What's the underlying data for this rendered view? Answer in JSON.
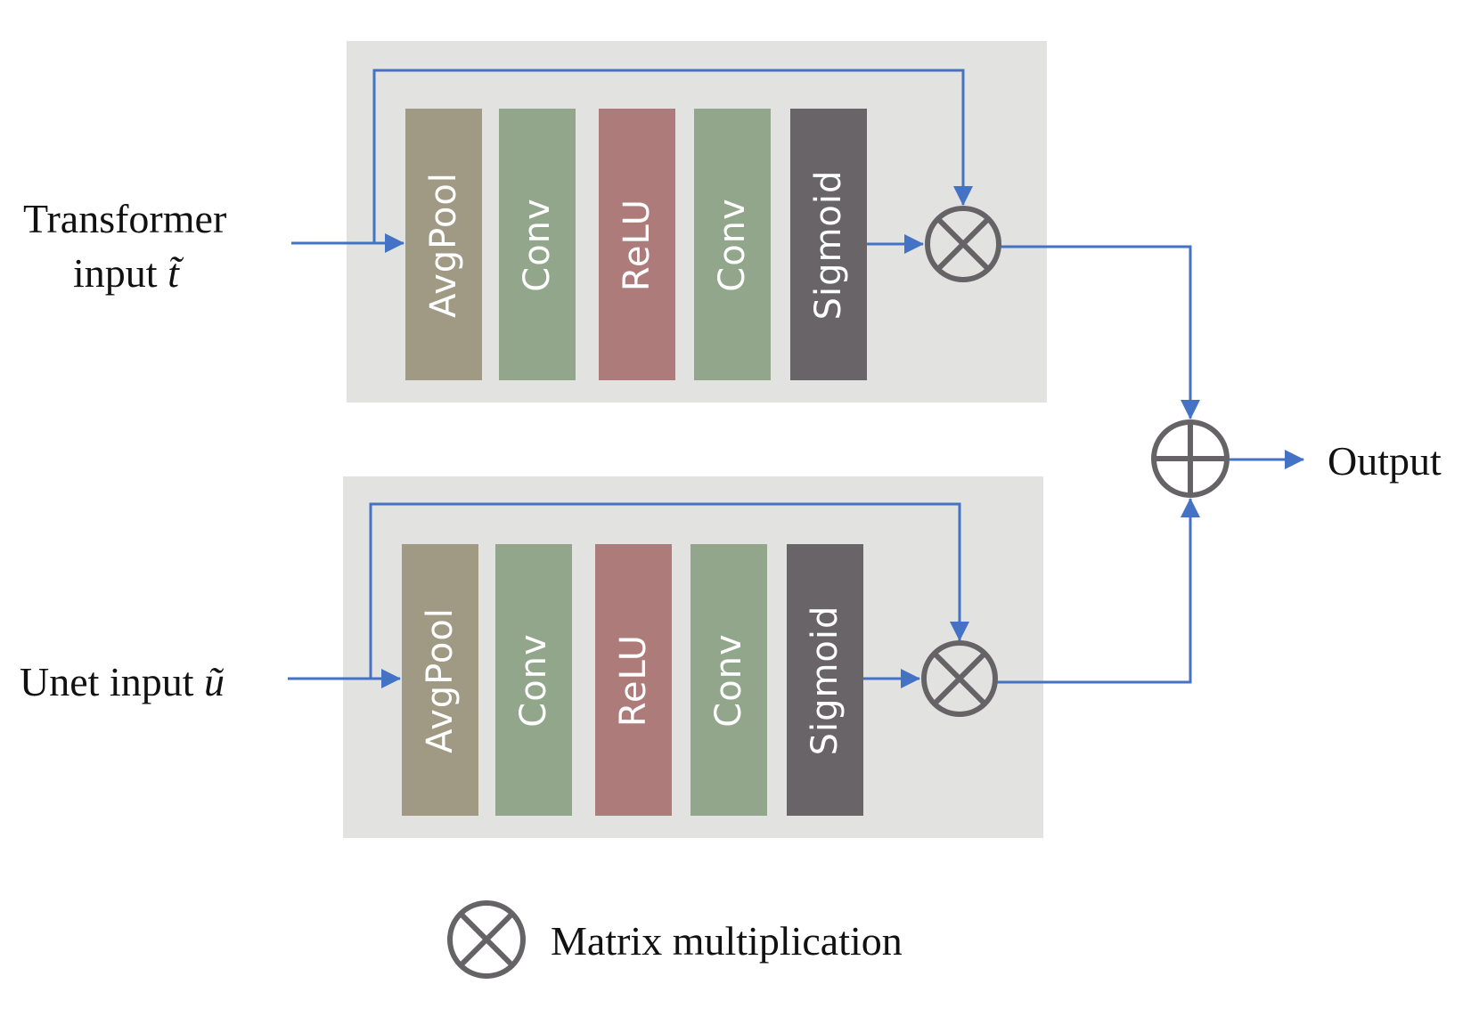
{
  "inputs": {
    "transformer_line1": "Transformer",
    "transformer_line2": "input",
    "transformer_symbol": "t̃",
    "unet_text": "Unet input",
    "unet_symbol": "ũ"
  },
  "branches": {
    "transformer": {
      "layers": [
        {
          "label": "AvgPool",
          "color": "#a09a85"
        },
        {
          "label": "Conv",
          "color": "#91a68b"
        },
        {
          "label": "ReLU",
          "color": "#ae7b7b"
        },
        {
          "label": "Conv",
          "color": "#91a68b"
        },
        {
          "label": "Sigmoid",
          "color": "#686468"
        }
      ]
    },
    "unet": {
      "layers": [
        {
          "label": "AvgPool",
          "color": "#a09a85"
        },
        {
          "label": "Conv",
          "color": "#91a68b"
        },
        {
          "label": "ReLU",
          "color": "#ae7b7b"
        },
        {
          "label": "Conv",
          "color": "#91a68b"
        },
        {
          "label": "Sigmoid",
          "color": "#686468"
        }
      ]
    }
  },
  "output_label": "Output",
  "legend": {
    "symbol_icon": "circled-times-icon",
    "label": "Matrix multiplication"
  },
  "colors": {
    "arrow": "#4472c4",
    "operator": "#656366",
    "panel": "#e2e2e1"
  }
}
